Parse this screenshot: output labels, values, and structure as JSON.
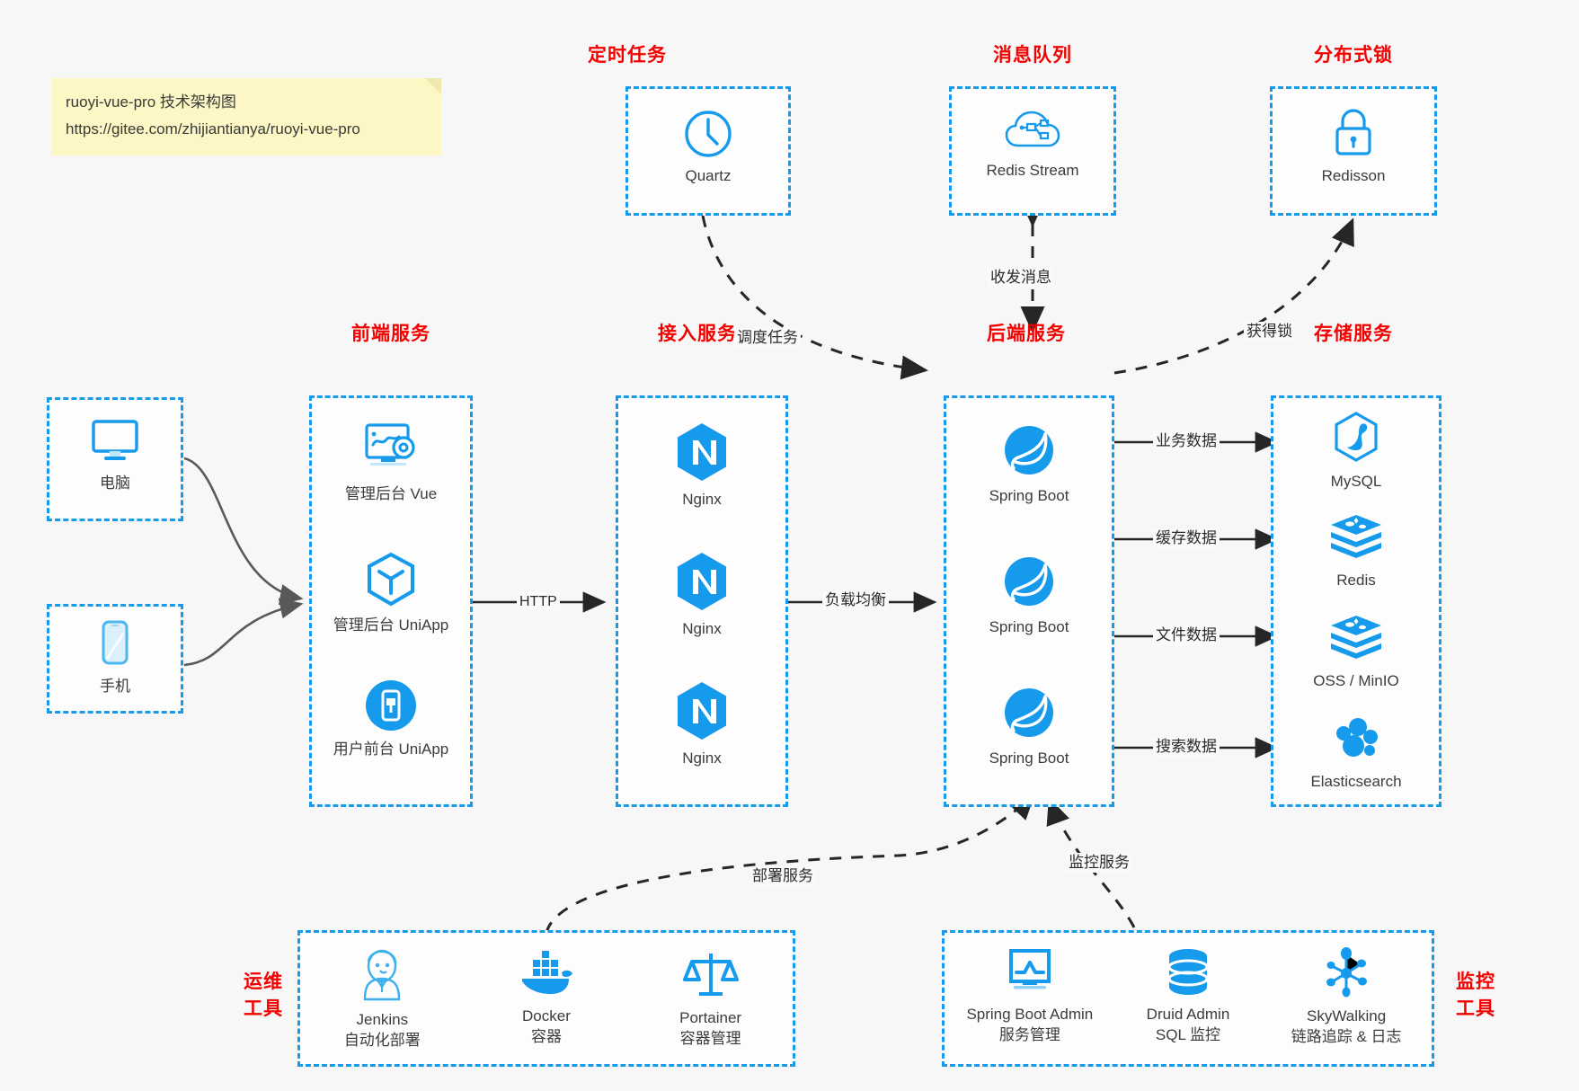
{
  "note": {
    "line1": "ruoyi-vue-pro 技术架构图",
    "line2": "https://gitee.com/zhijiantianya/ruoyi-vue-pro"
  },
  "colors": {
    "accent": "#159aec",
    "title": "#f40000",
    "text": "#3c3c3c",
    "background": "#f7f7f7",
    "note_bg": "#fcf7c4",
    "arrow": "#262626",
    "client_arrow": "#595959"
  },
  "groups": {
    "scheduled_task": {
      "title": "定时任务",
      "nodes": [
        {
          "label": "Quartz",
          "icon": "clock-icon"
        }
      ]
    },
    "message_queue": {
      "title": "消息队列",
      "nodes": [
        {
          "label": "Redis Stream",
          "icon": "cloud-stream-icon"
        }
      ]
    },
    "distributed_lock": {
      "title": "分布式锁",
      "nodes": [
        {
          "label": "Redisson",
          "icon": "lock-icon"
        }
      ]
    },
    "clients": {
      "nodes": [
        {
          "label": "电脑",
          "icon": "desktop-icon"
        },
        {
          "label": "手机",
          "icon": "mobile-icon"
        }
      ]
    },
    "frontend": {
      "title": "前端服务",
      "nodes": [
        {
          "label": "管理后台 Vue",
          "icon": "dashboard-gear-icon"
        },
        {
          "label": "管理后台 UniApp",
          "icon": "cube-icon"
        },
        {
          "label": "用户前台 UniApp",
          "icon": "phone-app-icon"
        }
      ]
    },
    "gateway": {
      "title": "接入服务",
      "nodes": [
        {
          "label": "Nginx",
          "icon": "nginx-icon"
        },
        {
          "label": "Nginx",
          "icon": "nginx-icon"
        },
        {
          "label": "Nginx",
          "icon": "nginx-icon"
        }
      ]
    },
    "backend": {
      "title": "后端服务",
      "nodes": [
        {
          "label": "Spring Boot",
          "icon": "spring-boot-icon"
        },
        {
          "label": "Spring Boot",
          "icon": "spring-boot-icon"
        },
        {
          "label": "Spring Boot",
          "icon": "spring-boot-icon"
        }
      ]
    },
    "storage": {
      "title": "存储服务",
      "nodes": [
        {
          "label": "MySQL",
          "icon": "mysql-icon"
        },
        {
          "label": "Redis",
          "icon": "redis-icon"
        },
        {
          "label": "OSS / MinIO",
          "icon": "oss-minio-icon"
        },
        {
          "label": "Elasticsearch",
          "icon": "elasticsearch-icon"
        }
      ]
    },
    "devops": {
      "title": "运维\n工具",
      "title_line1": "运维",
      "title_line2": "工具",
      "nodes": [
        {
          "label": "Jenkins",
          "sublabel": "自动化部署",
          "icon": "jenkins-icon"
        },
        {
          "label": "Docker",
          "sublabel": "容器",
          "icon": "docker-icon"
        },
        {
          "label": "Portainer",
          "sublabel": "容器管理",
          "icon": "scales-icon"
        }
      ]
    },
    "monitoring": {
      "title_line1": "监控",
      "title_line2": "工具",
      "nodes": [
        {
          "label": "Spring Boot Admin",
          "sublabel": "服务管理",
          "icon": "monitor-chart-icon"
        },
        {
          "label": "Druid Admin",
          "sublabel": "SQL 监控",
          "icon": "database-icon"
        },
        {
          "label": "SkyWalking",
          "sublabel": "链路追踪 & 日志",
          "icon": "skywalking-icon"
        }
      ]
    }
  },
  "edges": [
    {
      "id": "http",
      "label": "HTTP"
    },
    {
      "id": "load-balance",
      "label": "负载均衡"
    },
    {
      "id": "schedule-task",
      "label": "调度任务"
    },
    {
      "id": "send-receive-message",
      "label": "收发消息"
    },
    {
      "id": "acquire-lock",
      "label": "获得锁"
    },
    {
      "id": "business-data",
      "label": "业务数据"
    },
    {
      "id": "cache-data",
      "label": "缓存数据"
    },
    {
      "id": "file-data",
      "label": "文件数据"
    },
    {
      "id": "search-data",
      "label": "搜索数据"
    },
    {
      "id": "deploy-service",
      "label": "部署服务"
    },
    {
      "id": "monitor-service",
      "label": "监控服务"
    }
  ]
}
